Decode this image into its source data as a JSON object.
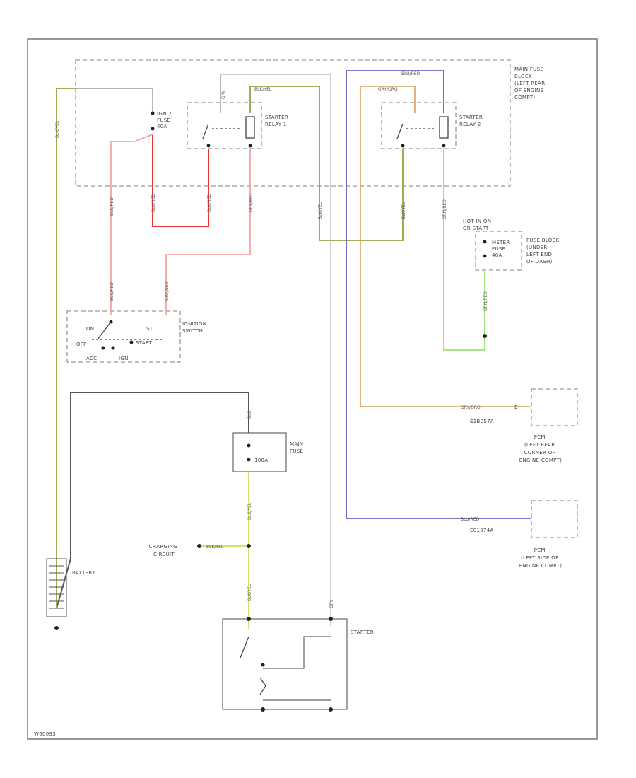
{
  "labels": {
    "main_fuse_block": [
      "MAIN FUSE",
      "BLOCK",
      "(LEFT REAR",
      "OF ENGINE",
      "COMPT)"
    ],
    "ign2_fuse": [
      "IGN 2",
      "FUSE",
      "40A"
    ],
    "starter_relay_1": [
      "STARTER",
      "RELAY 1"
    ],
    "starter_relay_2": [
      "STARTER",
      "RELAY 2"
    ],
    "hot_in_on": [
      "HOT IN ON",
      "OR START"
    ],
    "meter_fuse": [
      "METER",
      "FUSE",
      "40A"
    ],
    "fuse_block": [
      "FUSE BLOCK",
      "(UNDER",
      "LEFT END",
      "OF DASH)"
    ],
    "ignition_switch": [
      "IGNITION",
      "SWITCH"
    ],
    "sw_st": "ST",
    "sw_on": "ON",
    "sw_off": "OFF",
    "sw_start": "START",
    "sw_acc": "ACC",
    "sw_ign": "IGN",
    "pcm1_connector": "E1B057A",
    "pcm1_pin": "B",
    "pcm1_location": [
      "PCM",
      "(LEFT REAR",
      "CORNER OF",
      "ENGINE COMPT)"
    ],
    "pcm2_connector": "E01074A",
    "pcm2_location": [
      "PCM",
      "(LEFT SIDE OF",
      "ENGINE COMPT)"
    ],
    "main_fuse": [
      "MAIN",
      "FUSE"
    ],
    "main_fuse_rating": "100A",
    "charging_circuit": [
      "CHARGING",
      "CIRCUIT"
    ],
    "battery": "BATTERY",
    "starter": "STARTER",
    "diagram_id": "W60093"
  },
  "wire_labels": {
    "w1": "BLK/YEL",
    "w2": "GRY",
    "w3": "BLK/YEL",
    "w4": "BLU/RED",
    "w5": "GRY/ORG",
    "w6": "BLK/RED",
    "w7": "BLK/RED",
    "w8": "BLK/RED",
    "w9": "GRY/RED",
    "w10": "BLK/YEL",
    "w11": "BLK/YEL",
    "w12": "GRN/RED",
    "w13": "GRN/RED",
    "w14": "BLK/RED",
    "w15": "GRY/RED",
    "w16": "GRY/ORG",
    "w17": "BLU/RED",
    "w18": "BLK/YEL",
    "w19": "BLK/YEL",
    "w20": "BLK/YEL",
    "w21": "GRY",
    "w22": "BLK"
  },
  "colors": {
    "red": "#ee3333",
    "pink": "#f29a9a",
    "olive": "#9aa040",
    "yellow_green": "#cde36a",
    "blue": "#4d4db3",
    "orange": "#dca060",
    "green": "#88dd55",
    "black": "#222222",
    "gray": "#999999"
  }
}
